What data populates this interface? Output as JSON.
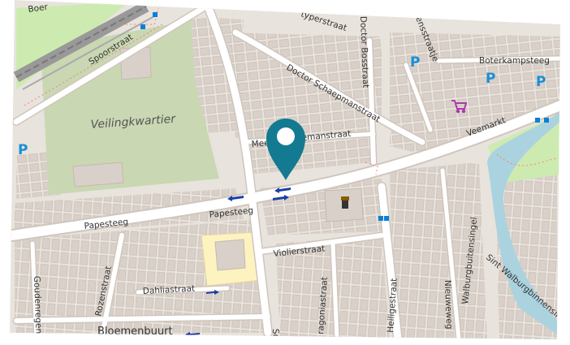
{
  "map": {
    "district_label": "Veilingkwartier",
    "streets": {
      "boer": "Boer",
      "spoorstraat": "Spoorstraat",
      "typerstraat": "typerstraat",
      "doctor_bosstraat": "Doctor Bosstraat",
      "ensstraatje": "ensstraatje",
      "boterkampsteeg": "Boterkampsteeg",
      "doctor_schaepmanstraat": "Doctor Schaepmanstraat",
      "meester_t": "Meester Te",
      "meester_tail": "emanstraat",
      "veemarkt": "Veemarkt",
      "papesteeg_w": "Papesteeg",
      "papesteeg_e": "Papesteeg",
      "violierstraat": "Violierstraat",
      "dahliastraat": "Dahliastraat",
      "rozenstraat": "Rozenstraat",
      "goudenregen": "Goudenregen",
      "bloemenbuurt": "Bloemenbuurt",
      "ragoniastraat": "ragoniastraat",
      "heiligestraat": "Heiligestraat",
      "nieuweweg": "Nieuweweg",
      "walburgbuitensingel": "Walburgbuitensingel",
      "walburgbinnensingel": "Sint Walburgbinnensingel",
      "sch": "Sch"
    },
    "parking_letter": "P",
    "colors": {
      "background": "#e8e3dd",
      "building": "#d9d0c9",
      "building_stroke": "#c5b9ae",
      "road": "#ffffff",
      "road_casing": "#cfc6bd",
      "grass": "#c9d7b3",
      "landuse_green": "#cdebb0",
      "water": "#aad3df",
      "school": "#fcf3c0",
      "marker": "#137a91",
      "parking": "#1a8fd6",
      "bus_stop": "#0a7fd8",
      "oneway": "#1a3fa8",
      "shop": "#ac39ac",
      "railway": "#777777"
    },
    "icons": [
      "location-marker-icon",
      "parking-icon",
      "shopping-cart-icon",
      "police-icon",
      "bus-stop-icon",
      "oneway-arrow-icon"
    ]
  }
}
